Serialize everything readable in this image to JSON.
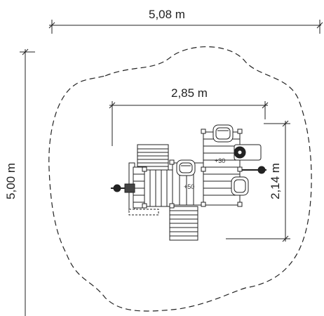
{
  "drawing": {
    "dim_overall_width": "5,08 m",
    "dim_overall_height": "5,00 m",
    "dim_structure_width": "2,85 m",
    "dim_structure_height": "2,14 m",
    "platform_height_1": "+50",
    "platform_height_2": "+30"
  }
}
